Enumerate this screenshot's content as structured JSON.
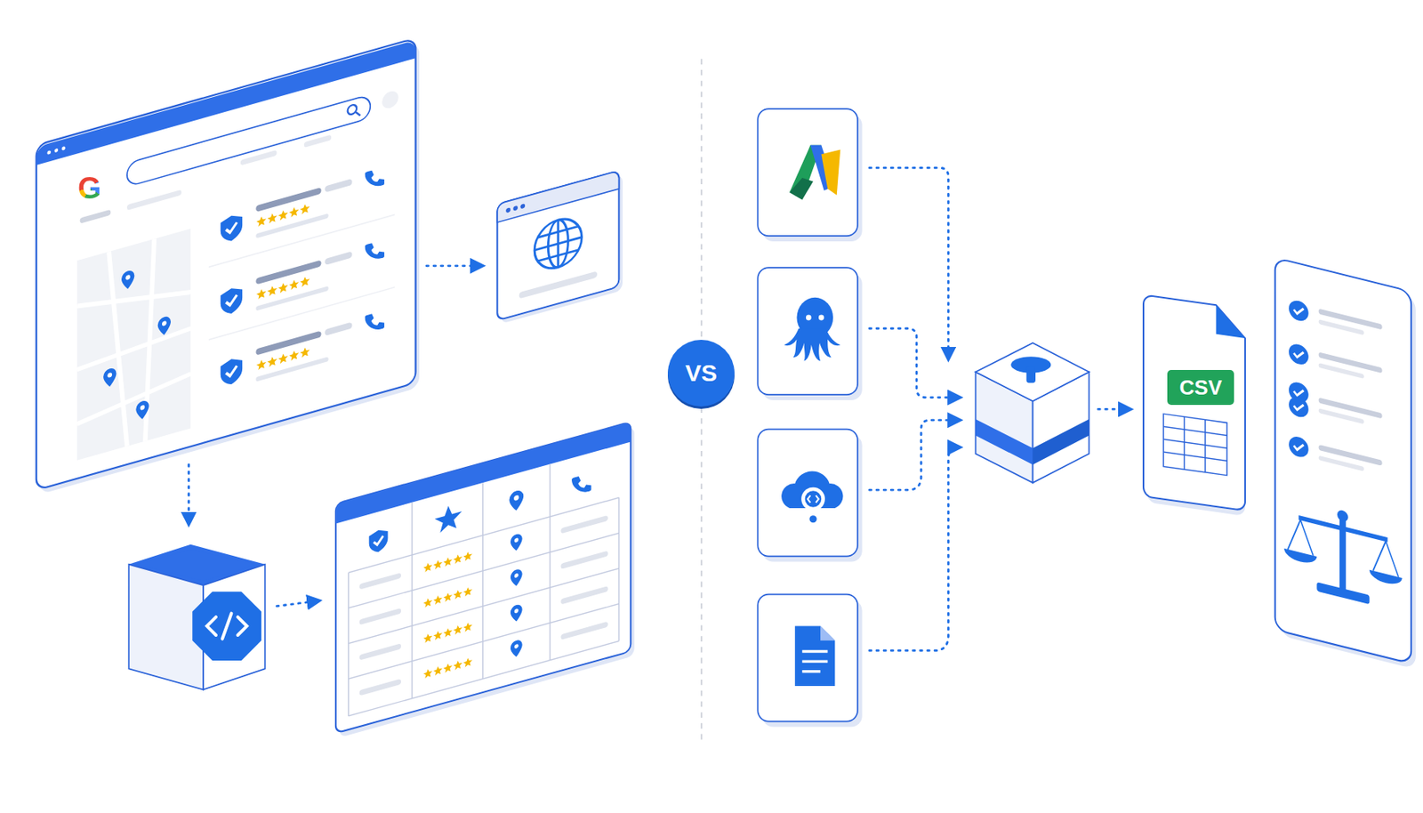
{
  "diagram": {
    "nodes": [
      {
        "text": [
          "VS"
        ]
      },
      {
        "text": [
          "CSV"
        ]
      }
    ],
    "labels": [
      "G"
    ]
  }
}
